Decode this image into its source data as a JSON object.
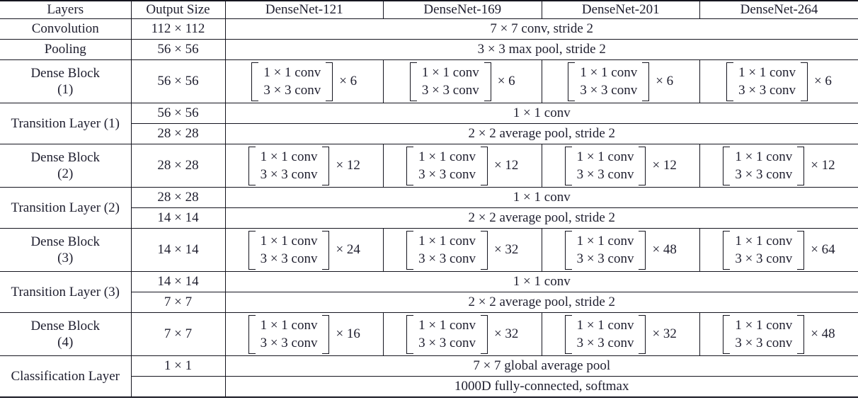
{
  "table": {
    "headers": [
      {
        "label": "Layers",
        "name": "col-layers"
      },
      {
        "label": "Output Size",
        "name": "col-output-size"
      },
      {
        "label": "DenseNet-121",
        "name": "col-densenet-121"
      },
      {
        "label": "DenseNet-169",
        "name": "col-densenet-169"
      },
      {
        "label": "DenseNet-201",
        "name": "col-densenet-201"
      },
      {
        "label": "DenseNet-264",
        "name": "col-densenet-264"
      }
    ],
    "rows": {
      "convolution": {
        "layer": "Convolution",
        "output_size": "112 × 112",
        "spec": "7 × 7 conv, stride 2"
      },
      "pooling": {
        "layer": "Pooling",
        "output_size": "56 × 56",
        "spec": "3 × 3 max pool, stride 2"
      },
      "dense_block_1": {
        "layer": "Dense Block",
        "layer_sub": "(1)",
        "output_size": "56 × 56",
        "conv_a": "1 × 1 conv",
        "conv_b": "3 × 3 conv",
        "mult_121": "× 6",
        "mult_169": "× 6",
        "mult_201": "× 6",
        "mult_264": "× 6"
      },
      "transition_layer_1": {
        "layer": "Transition Layer",
        "layer_sub": "(1)",
        "output_size_a": "56 × 56",
        "output_size_b": "28 × 28",
        "spec_a": "1 × 1 conv",
        "spec_b": "2 × 2 average pool, stride 2"
      },
      "dense_block_2": {
        "layer": "Dense Block",
        "layer_sub": "(2)",
        "output_size": "28 × 28",
        "conv_a": "1 × 1 conv",
        "conv_b": "3 × 3 conv",
        "mult_121": "× 12",
        "mult_169": "× 12",
        "mult_201": "× 12",
        "mult_264": "× 12"
      },
      "transition_layer_2": {
        "layer": "Transition Layer",
        "layer_sub": "(2)",
        "output_size_a": "28 × 28",
        "output_size_b": "14 × 14",
        "spec_a": "1 × 1 conv",
        "spec_b": "2 × 2 average pool, stride 2"
      },
      "dense_block_3": {
        "layer": "Dense Block",
        "layer_sub": "(3)",
        "output_size": "14 × 14",
        "conv_a": "1 × 1 conv",
        "conv_b": "3 × 3 conv",
        "mult_121": "× 24",
        "mult_169": "× 32",
        "mult_201": "× 48",
        "mult_264": "× 64"
      },
      "transition_layer_3": {
        "layer": "Transition Layer",
        "layer_sub": "(3)",
        "output_size_a": "14 × 14",
        "output_size_b": "7 × 7",
        "spec_a": "1 × 1 conv",
        "spec_b": "2 × 2 average pool, stride 2"
      },
      "dense_block_4": {
        "layer": "Dense Block",
        "layer_sub": "(4)",
        "output_size": "7 × 7",
        "conv_a": "1 × 1 conv",
        "conv_b": "3 × 3 conv",
        "mult_121": "× 16",
        "mult_169": "× 32",
        "mult_201": "× 32",
        "mult_264": "× 48"
      },
      "classification_layer": {
        "layer": "Classification",
        "layer_sub": "Layer",
        "output_size_a": "1 × 1",
        "output_size_b": "",
        "spec_a": "7 × 7 global average pool",
        "spec_b": "1000D fully-connected, softmax"
      }
    }
  }
}
